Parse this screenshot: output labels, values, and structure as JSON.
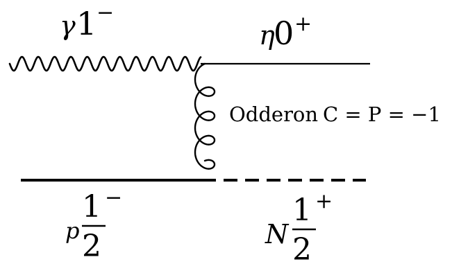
{
  "diagram": {
    "photon": {
      "symbol": "γ",
      "quantum": "1",
      "parity": "−"
    },
    "eta": {
      "symbol": "η",
      "quantum": "0",
      "parity": "+"
    },
    "exchange": {
      "name": "Odderon",
      "relation": "C = P = −1"
    },
    "proton": {
      "symbol": "p",
      "spin_num": "1",
      "spin_sign": "−",
      "spin_den": "2"
    },
    "nucleon": {
      "symbol": "N",
      "spin_num": "1",
      "spin_sign": "+",
      "spin_den": "2"
    }
  }
}
